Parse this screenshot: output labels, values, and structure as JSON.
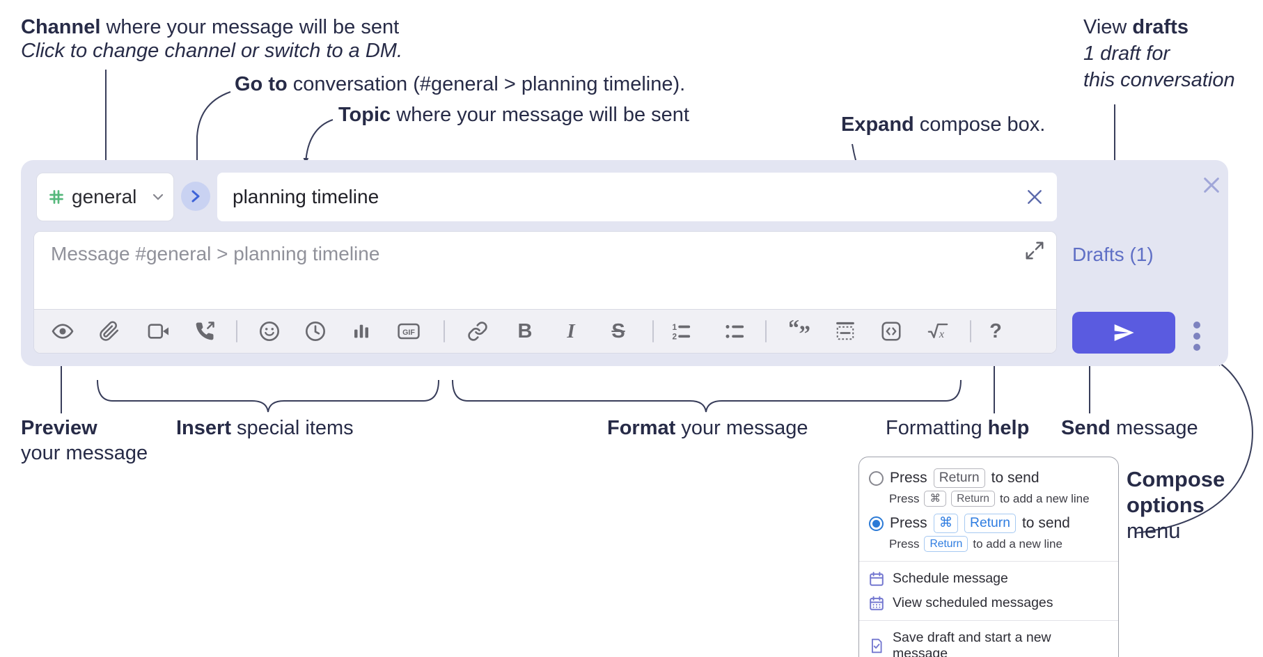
{
  "annotations": {
    "channel": {
      "bold": "Channel",
      "rest": " where your message will be sent",
      "subtext": "Click to change channel or switch to a DM."
    },
    "go_to": {
      "bold": "Go to",
      "rest": " conversation (#general > planning timeline)."
    },
    "topic": {
      "bold": "Topic",
      "rest": " where your message will be sent"
    },
    "expand": {
      "bold": "Expand",
      "rest": " compose box."
    },
    "view_drafts": {
      "pre": "View ",
      "bold": "drafts",
      "line2": "1 draft for",
      "line3": "this conversation"
    },
    "preview": {
      "bold": "Preview",
      "line2": "your message"
    },
    "insert": {
      "bold": "Insert",
      "rest": " special items"
    },
    "format": {
      "bold": "Format",
      "rest": " your message"
    },
    "formatting_help": {
      "pre": "Formatting ",
      "bold": "help"
    },
    "send": {
      "bold": "Send",
      "rest": " message"
    },
    "compose_options": {
      "line1": "Compose",
      "line2": "options",
      "line3": "menu"
    }
  },
  "compose": {
    "channel_selector": {
      "icon": "hash-icon",
      "label": "general"
    },
    "topic_input": {
      "value": "planning timeline"
    },
    "message_input": {
      "placeholder": "Message #general > planning timeline"
    },
    "drafts_link": "Drafts (1)",
    "gif_label": "GIF",
    "text_glyphs": {
      "bold": "B",
      "italic": "I",
      "strikethrough": "S",
      "help": "?"
    },
    "toolbar_icons": [
      "preview-eye",
      "attach-file",
      "start-video-call",
      "start-voice-call",
      "emoji",
      "global-time",
      "poll",
      "gif",
      "link",
      "bold",
      "italic",
      "strikethrough",
      "numbered-list",
      "bulleted-list",
      "quote",
      "spoiler",
      "code",
      "math",
      "help"
    ]
  },
  "options_menu": {
    "option_return": {
      "press": "Press",
      "key": "Return",
      "suffix": "to send",
      "sub_press": "Press",
      "sub_key_cmd": "⌘",
      "sub_key_return": "Return",
      "sub_suffix": "to add a new line"
    },
    "option_cmd_return": {
      "press": "Press",
      "key_cmd": "⌘",
      "key_return": "Return",
      "suffix": "to send",
      "sub_press": "Press",
      "sub_key_return": "Return",
      "sub_suffix": "to add a new line"
    },
    "items": [
      {
        "icon": "calendar-icon",
        "label": "Schedule message"
      },
      {
        "icon": "calendar-grid-icon",
        "label": "View scheduled messages"
      },
      {
        "icon": "save-draft-icon",
        "label": "Save draft and start a new message"
      }
    ]
  },
  "colors": {
    "accent_send": "#5a5be0",
    "compose_bg": "#e3e5f2",
    "channel_hash_green": "#56b87c",
    "drafts_link": "#5f6fc5",
    "goto_circle_bg": "#c9d2f2",
    "goto_chevron": "#3e63d8",
    "annotation_text": "#272b47",
    "toolbar_icon": "#69696f",
    "radio_selected": "#2b7ad6",
    "kbd_blue": "#2f7de1",
    "menu_icon": "#7478d0"
  }
}
